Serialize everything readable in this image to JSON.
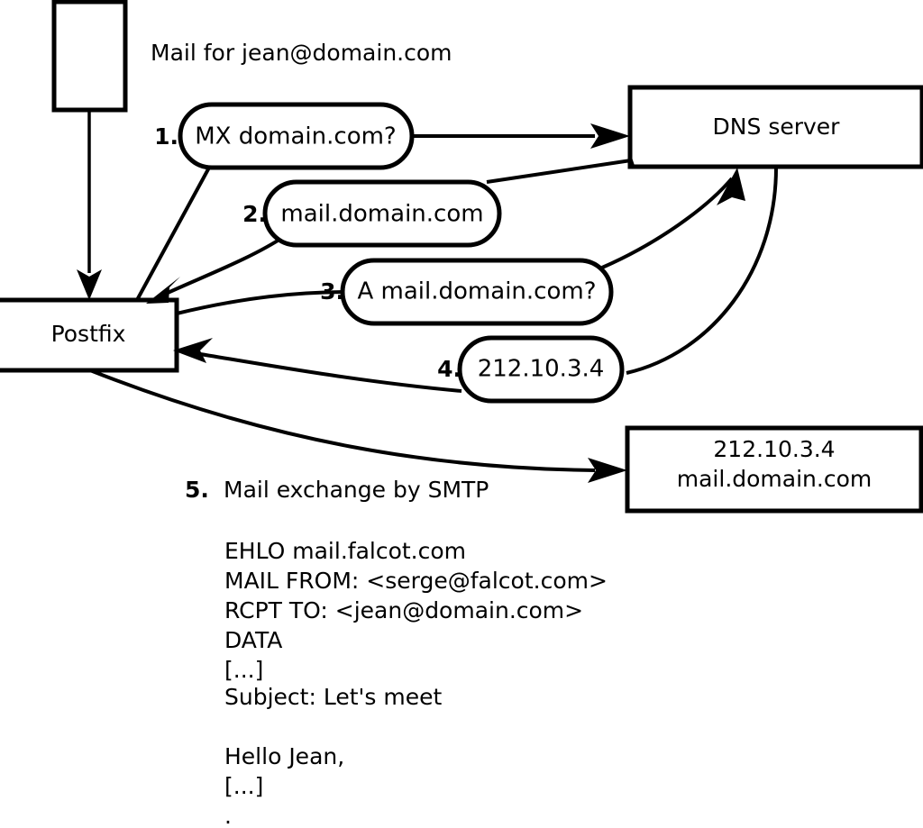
{
  "title_note": "Mail for jean@domain.com",
  "nodes": {
    "client_box": "",
    "postfix": "Postfix",
    "dns_server": "DNS server",
    "mail_host_line1": "212.10.3.4",
    "mail_host_line2": "mail.domain.com"
  },
  "steps": [
    {
      "number": "1.",
      "message": "MX domain.com?"
    },
    {
      "number": "2.",
      "message": "mail.domain.com"
    },
    {
      "number": "3.",
      "message": "A mail.domain.com?"
    },
    {
      "number": "4.",
      "message": "212.10.3.4"
    }
  ],
  "smtp_section": {
    "number": "5.",
    "caption": "Mail exchange by SMTP",
    "transcript": [
      "EHLO mail.falcot.com",
      "MAIL FROM: <serge@falcot.com>",
      "RCPT TO: <jean@domain.com>",
      "DATA",
      "[...]",
      "Subject: Let's meet",
      "",
      "Hello Jean,",
      "[...]",
      "."
    ]
  },
  "colors": {
    "stroke": "#000000",
    "fill": "#ffffff",
    "text": "#000000"
  }
}
